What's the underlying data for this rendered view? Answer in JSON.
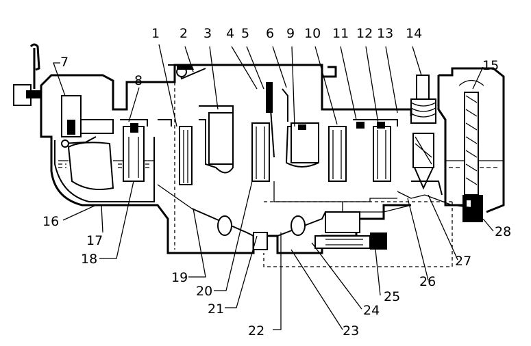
{
  "callouts": [
    {
      "id": "c1",
      "text": "1"
    },
    {
      "id": "c2",
      "text": "2"
    },
    {
      "id": "c3",
      "text": "3"
    },
    {
      "id": "c4",
      "text": "4"
    },
    {
      "id": "c5",
      "text": "5"
    },
    {
      "id": "c6",
      "text": "6"
    },
    {
      "id": "c9",
      "text": "9"
    },
    {
      "id": "c10",
      "text": "10"
    },
    {
      "id": "c11",
      "text": "11"
    },
    {
      "id": "c12",
      "text": "12"
    },
    {
      "id": "c13",
      "text": "13"
    },
    {
      "id": "c14",
      "text": "14"
    },
    {
      "id": "c7",
      "text": "7"
    },
    {
      "id": "c8",
      "text": "8"
    },
    {
      "id": "c15",
      "text": "15"
    },
    {
      "id": "c16",
      "text": "16"
    },
    {
      "id": "c17",
      "text": "17"
    },
    {
      "id": "c18",
      "text": "18"
    },
    {
      "id": "c19",
      "text": "19"
    },
    {
      "id": "c20",
      "text": "20"
    },
    {
      "id": "c21",
      "text": "21"
    },
    {
      "id": "c22",
      "text": "22"
    },
    {
      "id": "c23",
      "text": "23"
    },
    {
      "id": "c24",
      "text": "24"
    },
    {
      "id": "c25",
      "text": "25"
    },
    {
      "id": "c26",
      "text": "26"
    },
    {
      "id": "c27",
      "text": "27"
    },
    {
      "id": "c28",
      "text": "28"
    }
  ]
}
